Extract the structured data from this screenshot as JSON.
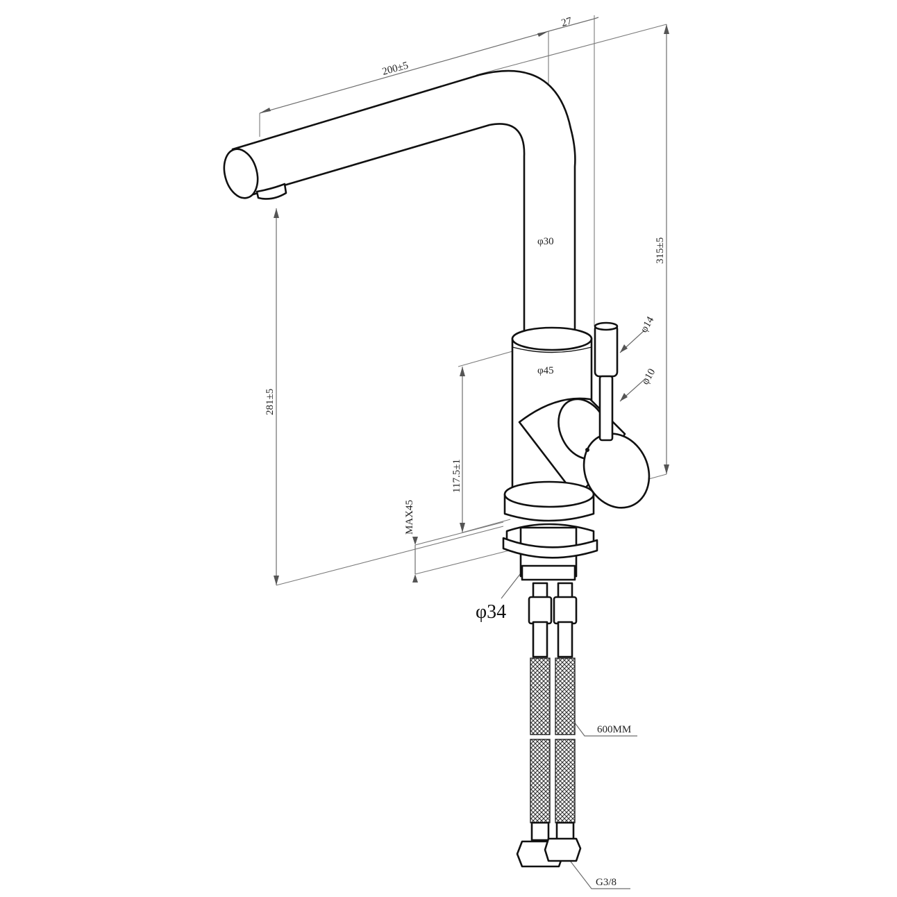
{
  "dimensions": {
    "spout_reach": "200±5",
    "handle_offset": "27",
    "total_height": "315±5",
    "spout_outlet_height": "281±5",
    "spout_tube_diameter": "φ30",
    "body_diameter": "φ45",
    "handle_tip_diameter": "φ14",
    "handle_stem_diameter": "φ10",
    "body_height": "117.5±1",
    "max_deck_thickness": "MAX45",
    "shank_diameter": "φ34",
    "hose_length": "600MM",
    "hose_thread": "G3/8"
  }
}
